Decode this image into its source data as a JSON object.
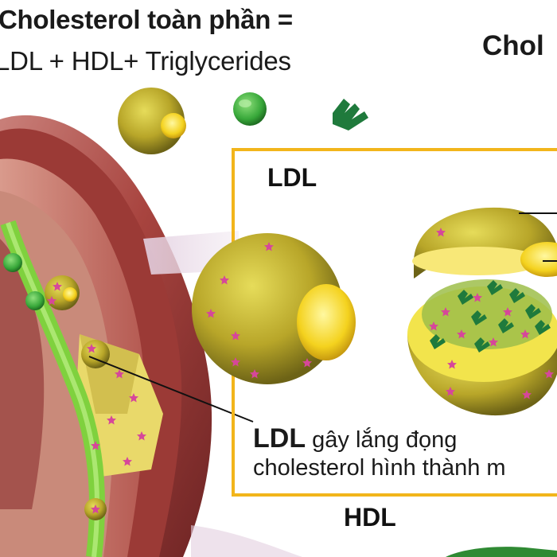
{
  "title": {
    "line1": "Cholesterol toàn phần =",
    "line2": "LDL + HDL+ Triglycerides",
    "right_fragment": "Chol"
  },
  "panel": {
    "heading": "LDL",
    "caption_strong": "LDL",
    "caption_rest": " gây lắng đọng",
    "caption_line2": "cholesterol hình thành m"
  },
  "bottom_heading": "HDL",
  "colors": {
    "panel_border": "#f2b51b",
    "ldl_particle": "#b8a629",
    "hdl_particle": "#38a83a",
    "triglyceride": "#1f7a3c",
    "protein_star": "#d6479a",
    "artery_wall": "#a8443f",
    "blood_stream": "#7fd13e"
  },
  "icons": [
    "ldl-particle-icon",
    "hdl-particle-icon",
    "triglyceride-icon"
  ]
}
